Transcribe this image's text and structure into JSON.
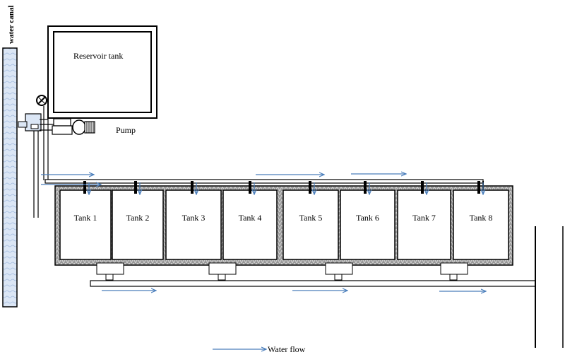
{
  "labels": {
    "canal": "water canal",
    "reservoir": "Reservoir tank",
    "pump": "Pump",
    "legend": "Water flow"
  },
  "tanks": [
    "Tank 1",
    "Tank 2",
    "Tank 3",
    "Tank 4",
    "Tank 5",
    "Tank 6",
    "Tank 7",
    "Tank 8"
  ],
  "colors": {
    "flow_arrow": "#4a7ebb",
    "canal_fill": "#dbe6f5",
    "frame_fill": "#bdbdbd",
    "line": "#000000"
  }
}
